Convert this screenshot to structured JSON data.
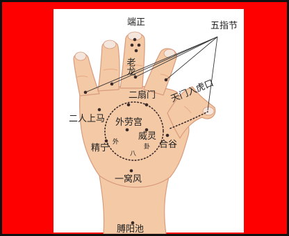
{
  "colors": {
    "border": "#ff0000",
    "panel": "#ffffff",
    "skin": "#f4c9a6",
    "skin_shade": "#e8a882",
    "nail": "#f5e6dd",
    "outline": "#d89b7c",
    "point": "#3a2a2a",
    "text": "#222222",
    "leader_line": "#333333"
  },
  "labels": {
    "duanzheng": "端正",
    "wuzhijie": "五指节",
    "laolong": "老龙",
    "ershanmen": "二扇门",
    "tianmen_hukou": "天门入虎口",
    "errenshangma": "二人上马",
    "wailaogong": "外劳宫",
    "weiling": "威灵",
    "hegu": "合谷",
    "jingning": "精宁",
    "wai": "外",
    "ba": "八",
    "gua": "卦",
    "yiwofeng": "一窝风",
    "boyangchi": "膊阳池"
  }
}
